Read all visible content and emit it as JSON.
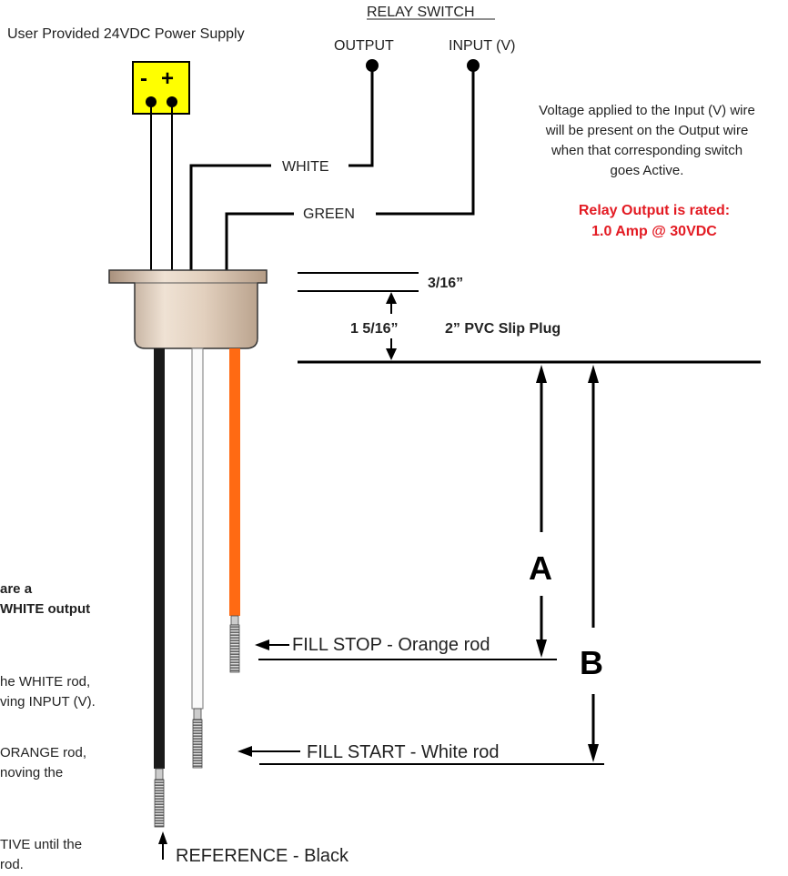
{
  "power_supply": {
    "label": "User Provided 24VDC Power Supply",
    "neg": "-",
    "pos": "+"
  },
  "relay": {
    "title": "RELAY SWITCH",
    "output": "OUTPUT",
    "input": "INPUT (V)"
  },
  "note": {
    "line1": "Voltage applied to the Input (V) wire",
    "line2": "will be present on the Output wire",
    "line3": "when that corresponding switch",
    "line4": "goes Active."
  },
  "rating": {
    "line1": "Relay Output is rated:",
    "line2": "1.0 Amp @ 30VDC"
  },
  "wires": {
    "white": "WHITE",
    "green": "GREEN"
  },
  "dims": {
    "d1": "3/16”",
    "d2": "1 5/16”",
    "plug": "2” PVC Slip Plug"
  },
  "markers": {
    "a": "A",
    "b": "B"
  },
  "rods": {
    "fill_stop": "FILL STOP - Orange rod",
    "fill_start": "FILL START - White rod",
    "reference": "REFERENCE - Black"
  },
  "left_text": {
    "l1": "are a",
    "l2": "WHITE output",
    "l3": "he WHITE rod,",
    "l4": "ving INPUT (V).",
    "l5": "ORANGE rod,",
    "l6": "noving the",
    "l7": "TIVE until the",
    "l8": "rod."
  },
  "colors": {
    "orange": "#ff6a13",
    "yellow": "#ffff00",
    "red": "#e31b23",
    "fitting": "#d9c3b0"
  }
}
